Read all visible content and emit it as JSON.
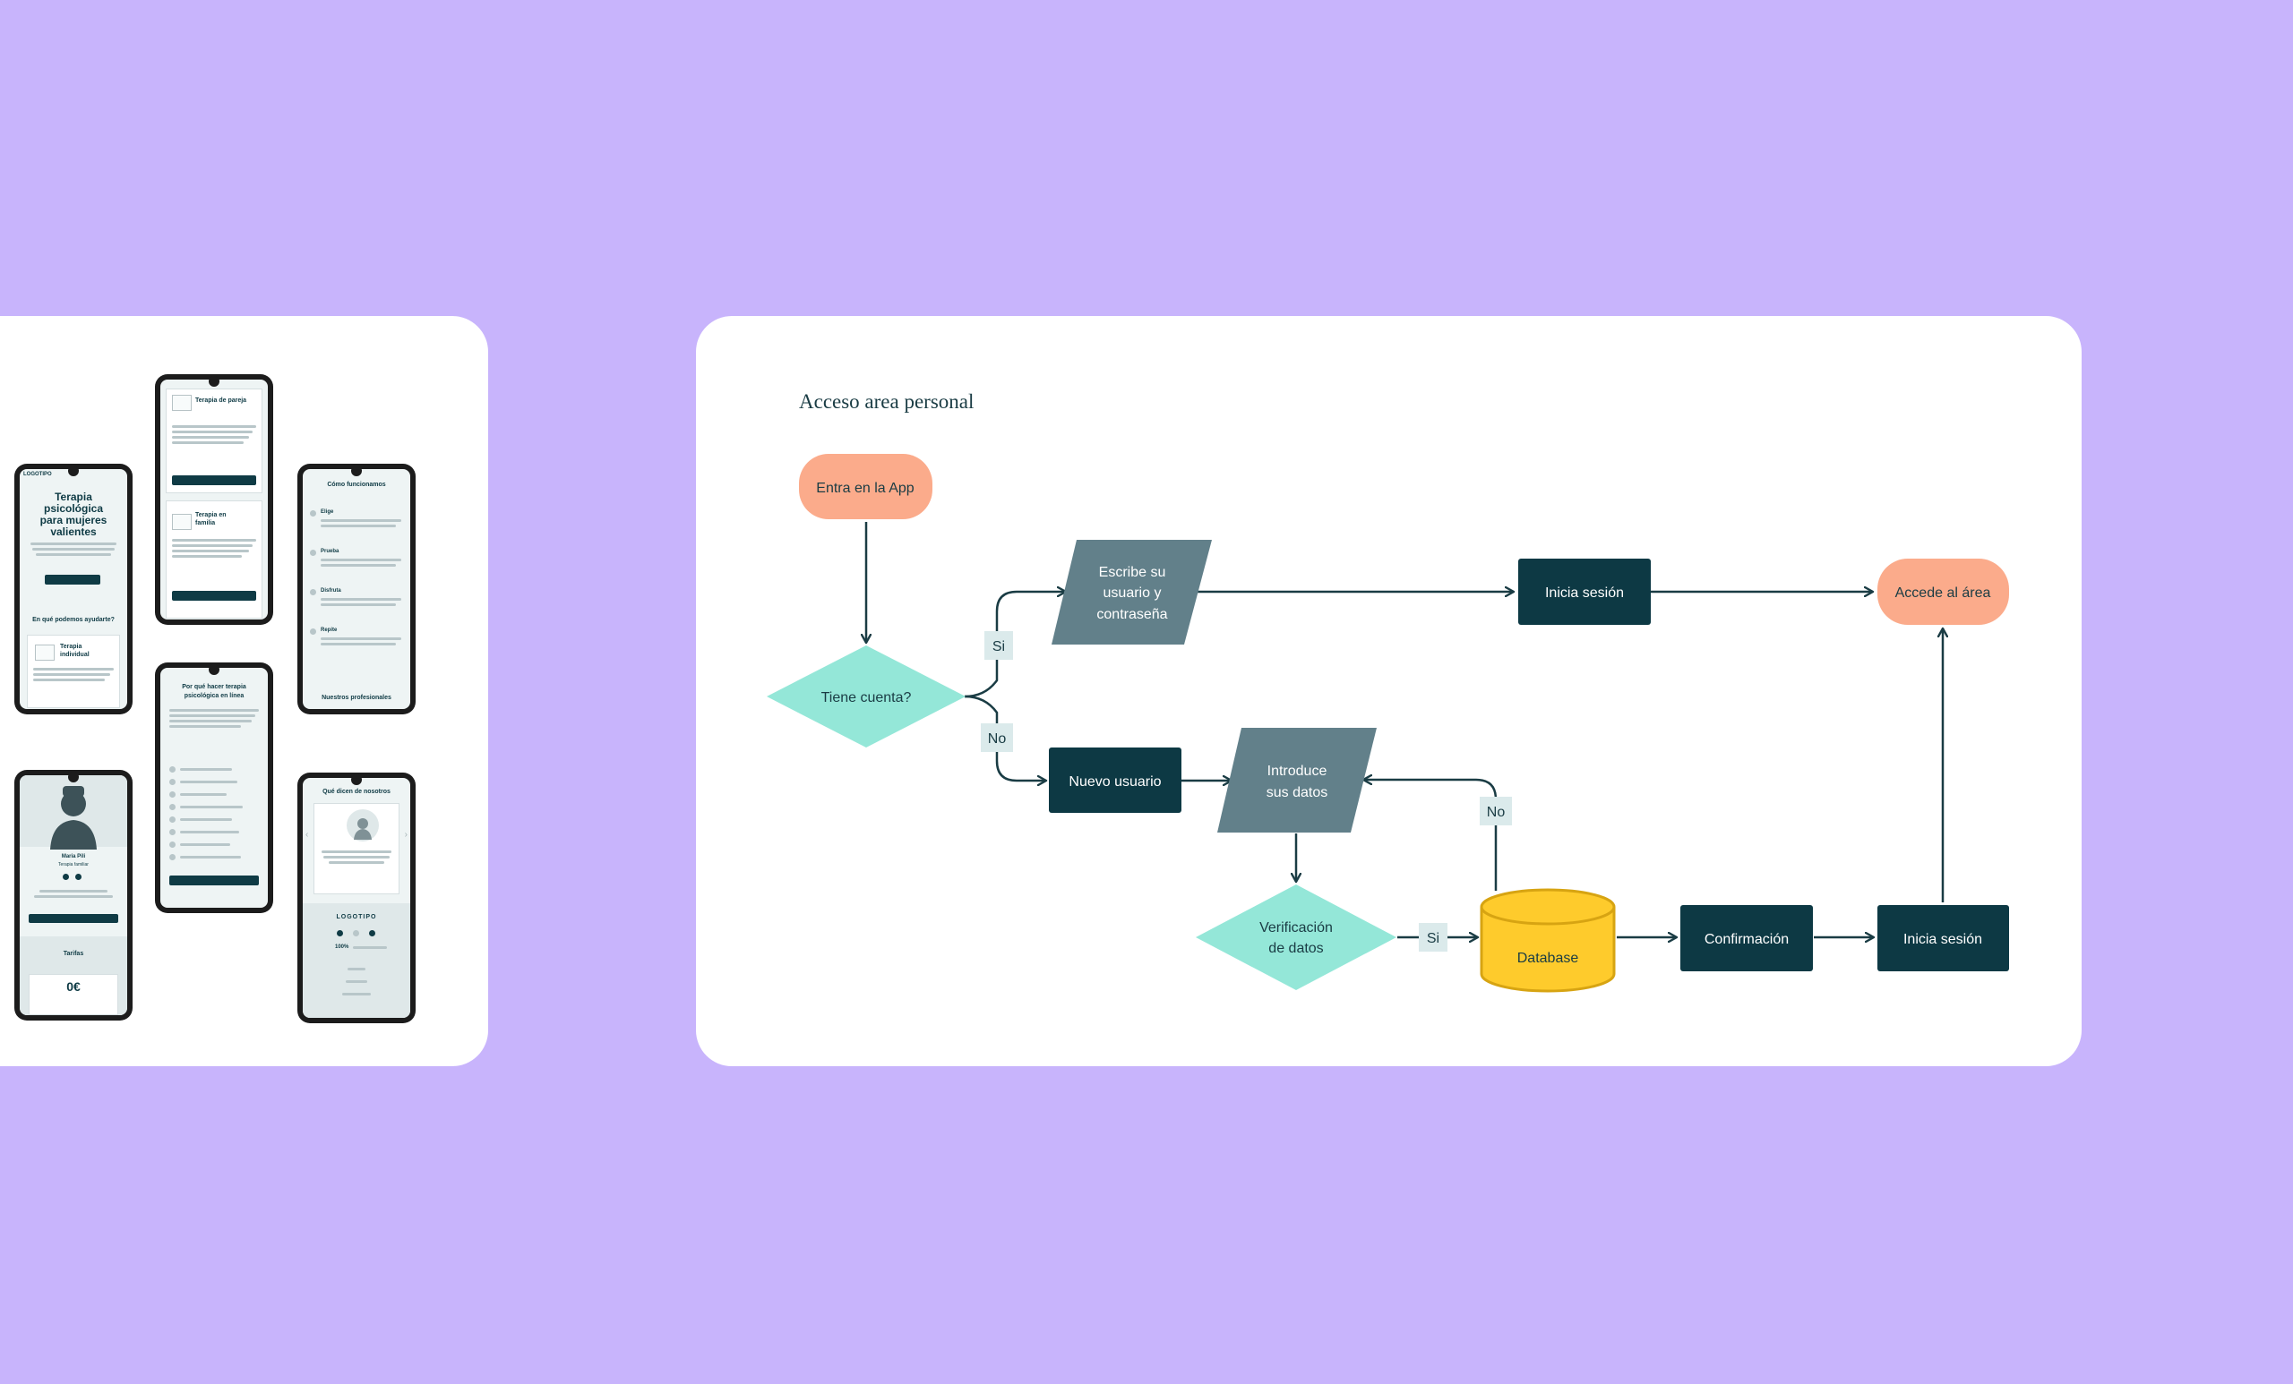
{
  "diagram": {
    "title": "Acceso area personal",
    "nodes": {
      "start": "Entra en la App",
      "decision": "Tiene cuenta?",
      "credentials": [
        "Escribe su",
        "usuario y",
        "contraseña"
      ],
      "login_top": "Inicia sesión",
      "access": "Accede al área",
      "new_user": "Nuevo usuario",
      "enter_data": [
        "Introduce",
        "sus datos"
      ],
      "verify": [
        "Verificación",
        "de datos"
      ],
      "database": "Database",
      "confirm": "Confirmación",
      "login_bottom": "Inicia sesión"
    },
    "edge_labels": {
      "yes_top": "Si",
      "no_left": "No",
      "no_right": "No",
      "yes_bottom": "Si"
    },
    "colors": {
      "terminal": "#fbab8b",
      "decision": "#94e7d8",
      "io": "#62808a",
      "process": "#0d3944",
      "database": "#fecb2c",
      "edge": "#1a3c44",
      "edge_label_bg": "#dbeaeb"
    }
  },
  "mockups": {
    "phone1": {
      "logo": "LOGOTIPO",
      "hero_title": [
        "Terapia",
        "psicológica",
        "para mujeres",
        "valientes"
      ],
      "section_title": "En qué podemos ayudarte?",
      "card_title": [
        "Terapia",
        "individual"
      ]
    },
    "phone2": {
      "card1_title": "Terapia de pareja",
      "card2_title": [
        "Terapia en",
        "familia"
      ]
    },
    "phone3": {
      "title": "Cómo funcionamos",
      "steps": [
        "Elige",
        "Prueba",
        "Disfruta",
        "Repite"
      ],
      "footer": "Nuestros profesionales"
    },
    "phone4": {
      "name": "Maria Pili",
      "role": "Terapia familiar",
      "section": "Tarifas",
      "price": "0€"
    },
    "phone5": {
      "title": [
        "Por qué hacer terapia",
        "psicológica en línea"
      ]
    },
    "phone6": {
      "title": "Qué dicen de nosotros",
      "logo": "LOGOTIPO",
      "percent": "100%"
    }
  }
}
